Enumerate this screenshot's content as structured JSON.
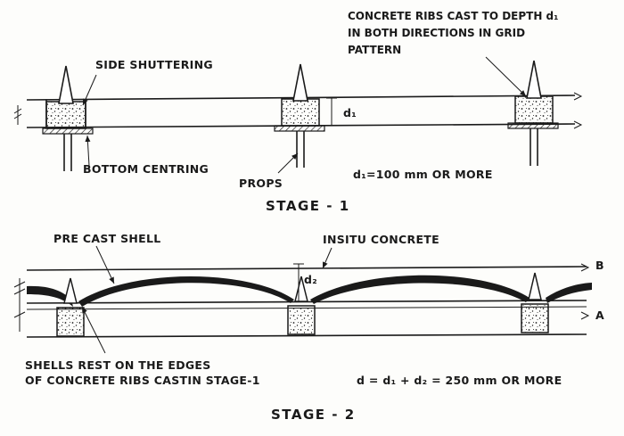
{
  "stage1": {
    "title": "STAGE - 1",
    "side_shuttering": "SIDE SHUTTERING",
    "bottom_centring": "BOTTOM CENTRING",
    "props": "PROPS",
    "depth_note": "d₁=100 mm  OR MORE",
    "d1_label": "d₁",
    "ribs_note": [
      "CONCRETE RIBS CAST TO DEPTH d₁",
      "IN BOTH DIRECTIONS IN GRID",
      "PATTERN"
    ]
  },
  "stage2": {
    "title": "STAGE - 2",
    "precast_shell": "PRE CAST SHELL",
    "insitu_concrete": "INSITU CONCRETE",
    "d2_label": "d₂",
    "label_b": "B",
    "label_a": "A",
    "shells_note": [
      "SHELLS REST ON THE EDGES",
      "OF CONCRETE RIBS CASTIN STAGE-1"
    ],
    "total_depth_note": "d  =  d₁ + d₂  =  250 mm  OR MORE"
  }
}
